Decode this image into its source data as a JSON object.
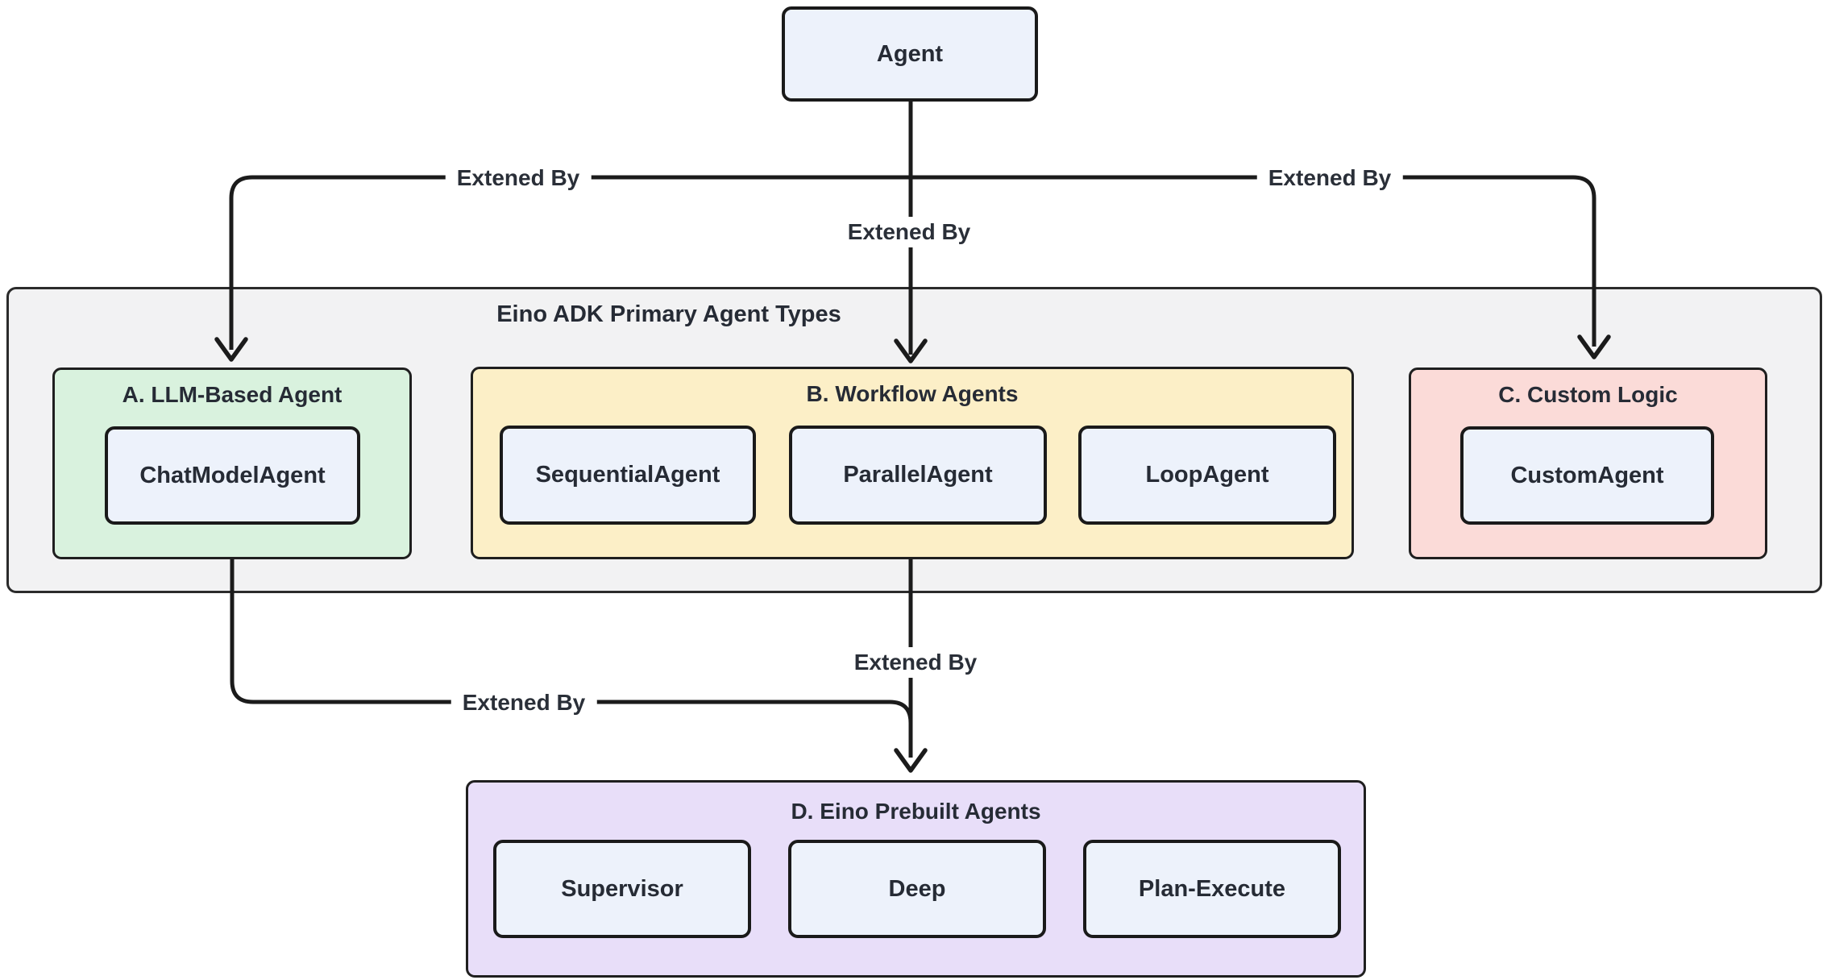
{
  "diagram": {
    "agent_node": "Agent",
    "container_title": "Eino ADK Primary Agent Types",
    "edges": {
      "agent_to_a": "Extened By",
      "agent_to_b": "Extened By",
      "agent_to_c": "Extened By",
      "a_to_d": "Extened By",
      "b_to_d": "Extened By"
    },
    "groups": {
      "a": {
        "title": "A. LLM-Based Agent",
        "fill": "#D9F2DE",
        "nodes": [
          "ChatModelAgent"
        ]
      },
      "b": {
        "title": "B. Workflow Agents",
        "fill": "#FCEFC7",
        "nodes": [
          "SequentialAgent",
          "ParallelAgent",
          "LoopAgent"
        ]
      },
      "c": {
        "title": "C. Custom Logic",
        "fill": "#FBDBD8",
        "nodes": [
          "CustomAgent"
        ]
      },
      "d": {
        "title": "D. Eino Prebuilt Agents",
        "fill": "#E8DEF9",
        "nodes": [
          "Supervisor",
          "Deep",
          "Plan-Execute"
        ]
      }
    },
    "colors": {
      "node_fill": "#EDF2FB",
      "node_border": "#1A1A1A",
      "container_fill": "#F2F2F3",
      "container_border": "#2B2B2B",
      "edge": "#1B1B1B",
      "text": "#262B35",
      "background": "#FFFFFF"
    }
  }
}
